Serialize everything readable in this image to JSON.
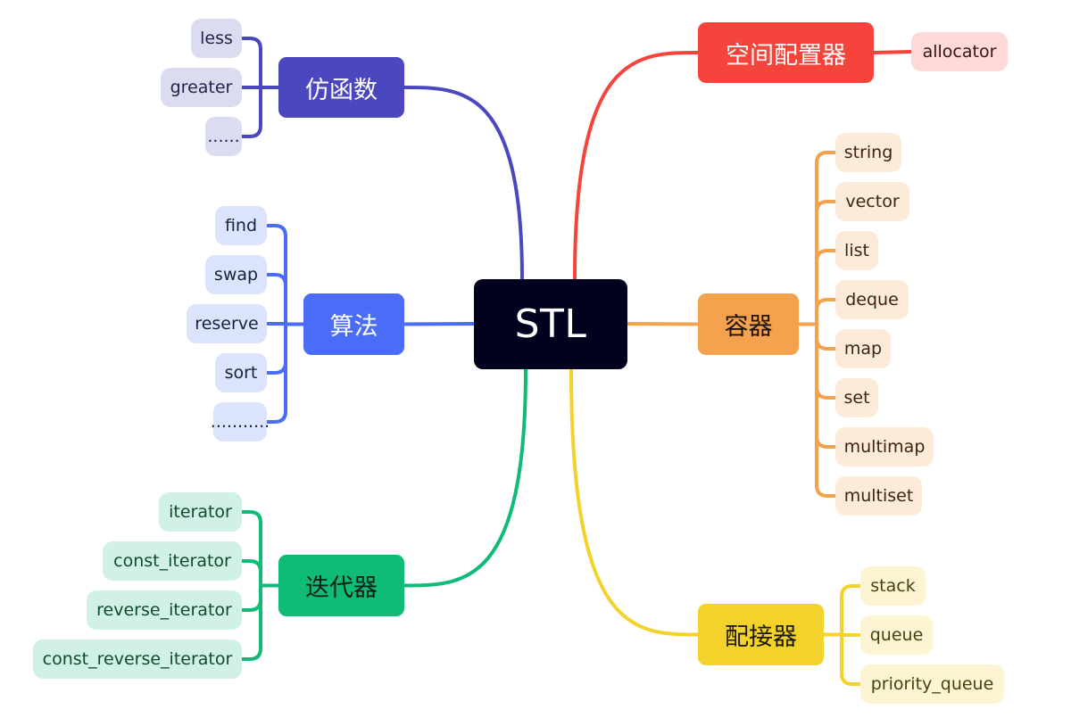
{
  "root": {
    "label": "STL",
    "bg": "#02021e",
    "fg": "#ffffff"
  },
  "branches": [
    {
      "id": "functor",
      "label": "仿函数",
      "side": "left",
      "color": "#4b47be",
      "text_color": "#ffffff",
      "leaf_bg": "#dcdcf1",
      "leaf_fg": "#23234a",
      "children": [
        "less",
        "greater",
        "......"
      ]
    },
    {
      "id": "algorithm",
      "label": "算法",
      "side": "left",
      "color": "#4a6cf7",
      "text_color": "#ffffff",
      "leaf_bg": "#dbe3fd",
      "leaf_fg": "#17213f",
      "children": [
        "find",
        "swap",
        "reserve",
        "sort",
        "..........."
      ]
    },
    {
      "id": "iterator",
      "label": "迭代器",
      "side": "left",
      "color": "#0fbb76",
      "text_color": "#0d1f16",
      "leaf_bg": "#d0f1e3",
      "leaf_fg": "#0f4a33",
      "children": [
        "iterator",
        "const_iterator",
        "reverse_iterator",
        "const_reverse_iterator"
      ]
    },
    {
      "id": "allocator",
      "label": "空间配置器",
      "side": "right",
      "color": "#f5443b",
      "text_color": "#ffffff",
      "leaf_bg": "#fddad7",
      "leaf_fg": "#3a1210",
      "children": [
        "allocator"
      ]
    },
    {
      "id": "container",
      "label": "容器",
      "side": "right",
      "color": "#f4a24d",
      "text_color": "#1f1206",
      "leaf_bg": "#fdebd9",
      "leaf_fg": "#3a250f",
      "children": [
        "string",
        "vector",
        "list",
        "deque",
        "map",
        "set",
        "multimap",
        "multiset"
      ]
    },
    {
      "id": "adapter",
      "label": "配接器",
      "side": "right",
      "color": "#f2d22b",
      "text_color": "#1f1a05",
      "leaf_bg": "#fcf4d3",
      "leaf_fg": "#4a400d",
      "children": [
        "stack",
        "queue",
        "priority_queue"
      ]
    }
  ]
}
